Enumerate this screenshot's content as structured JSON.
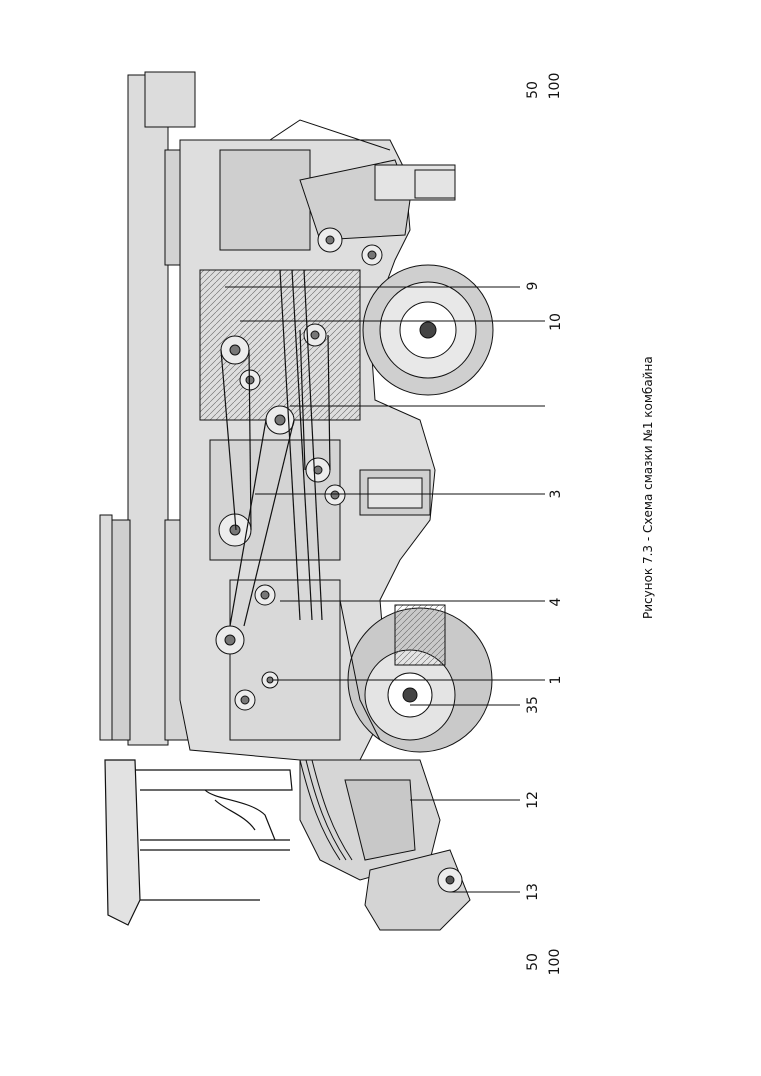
{
  "caption": "Рисунок 7.3 - Схема смазки №1 комбайна",
  "callouts": [
    "9",
    "10",
    "3",
    "4",
    "1",
    "35",
    "12",
    "13"
  ],
  "margin_marks": {
    "top": [
      "50",
      "100"
    ],
    "bottom": [
      "50",
      "100"
    ]
  },
  "colors": {
    "line": "#111111",
    "fill": "#dcdcdc",
    "fill_dark": "#b8b8b8",
    "paper": "#ffffff"
  }
}
